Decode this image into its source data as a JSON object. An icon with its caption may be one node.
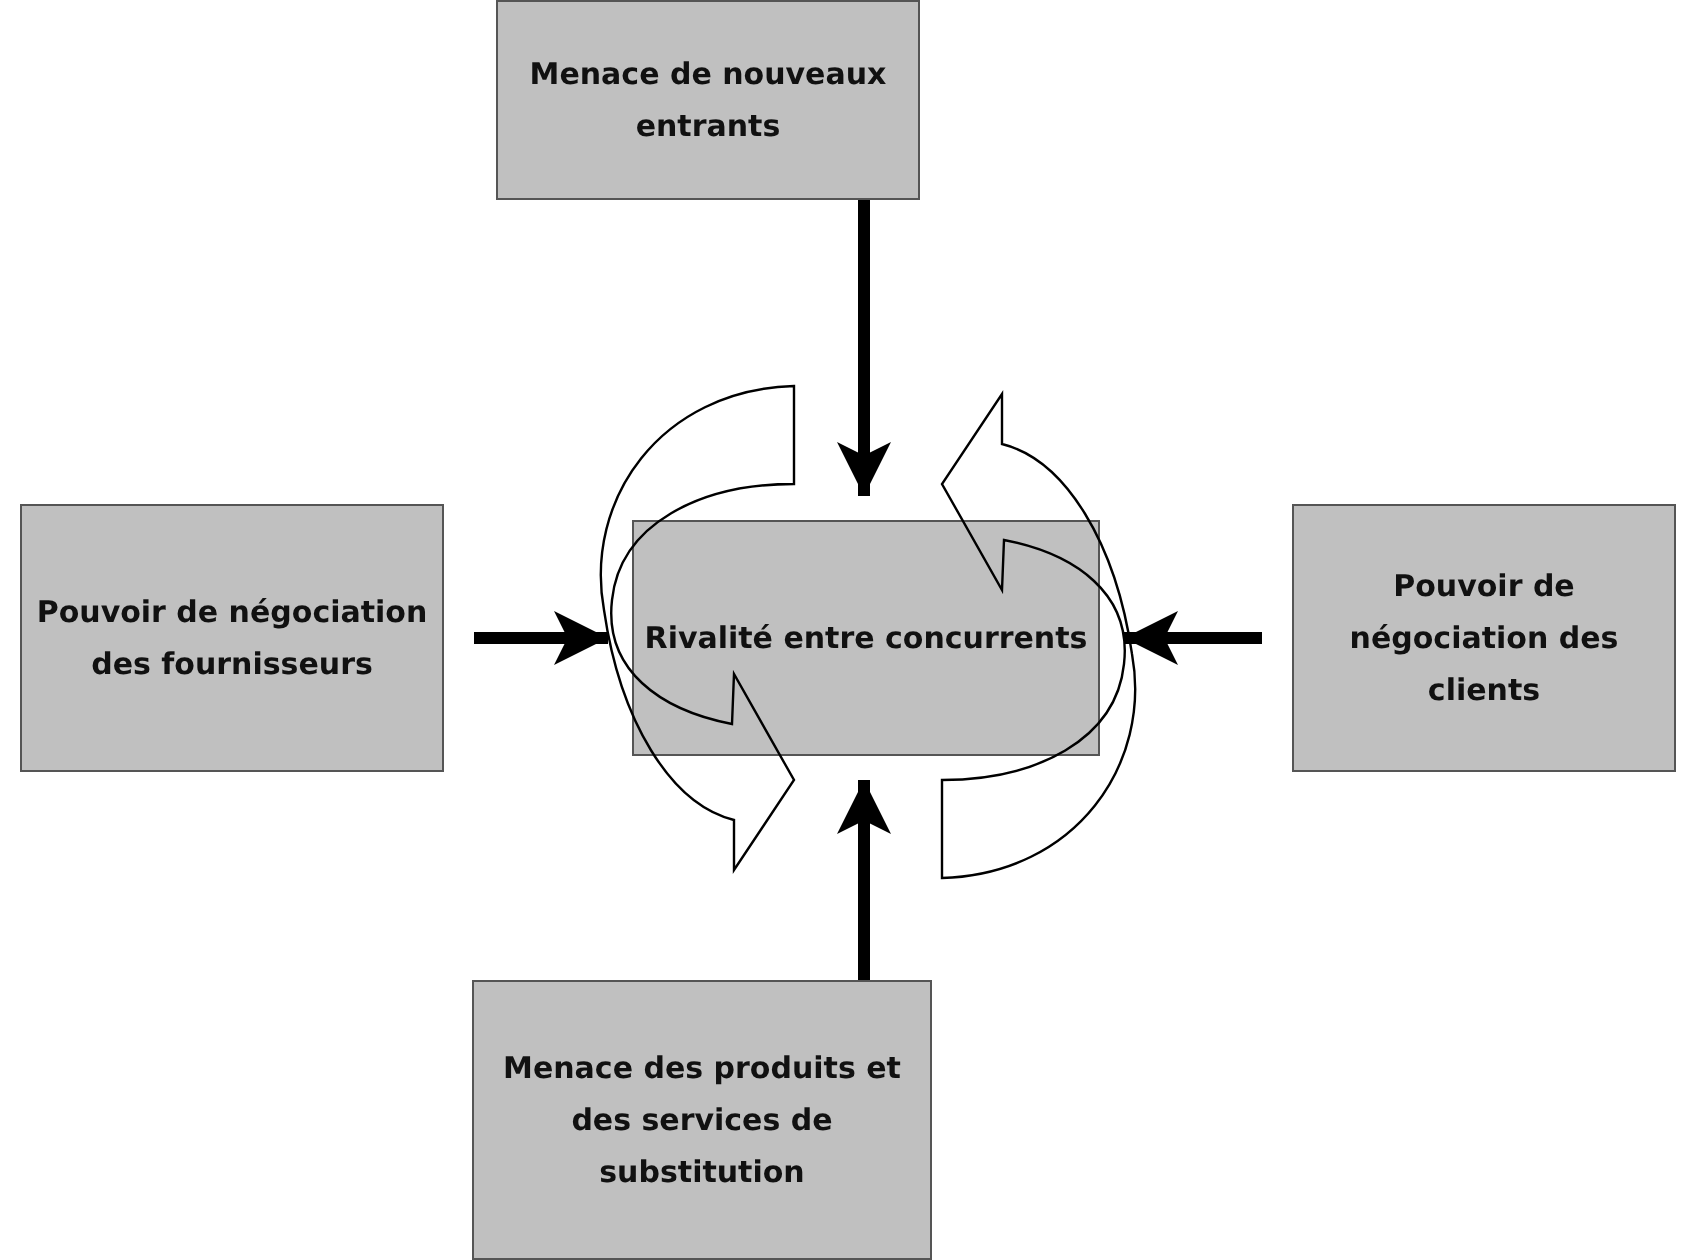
{
  "diagram": {
    "nodes": [
      {
        "text": [
          "Menace de nouveaux entrants"
        ]
      },
      {
        "text": [
          "Pouvoir de négociation des fournisseurs"
        ]
      },
      {
        "text": [
          "Rivalité entre concurrents"
        ]
      },
      {
        "text": [
          "Pouvoir de négociation des clients"
        ]
      },
      {
        "text": [
          "Menace des produits et des services de substitution"
        ]
      }
    ],
    "edges": [
      {
        "from": 0,
        "to": 2,
        "arrow": "to"
      },
      {
        "from": 1,
        "to": 2,
        "arrow": "to"
      },
      {
        "from": 3,
        "to": 2,
        "arrow": "to"
      },
      {
        "from": 4,
        "to": 2,
        "arrow": "to"
      }
    ]
  }
}
